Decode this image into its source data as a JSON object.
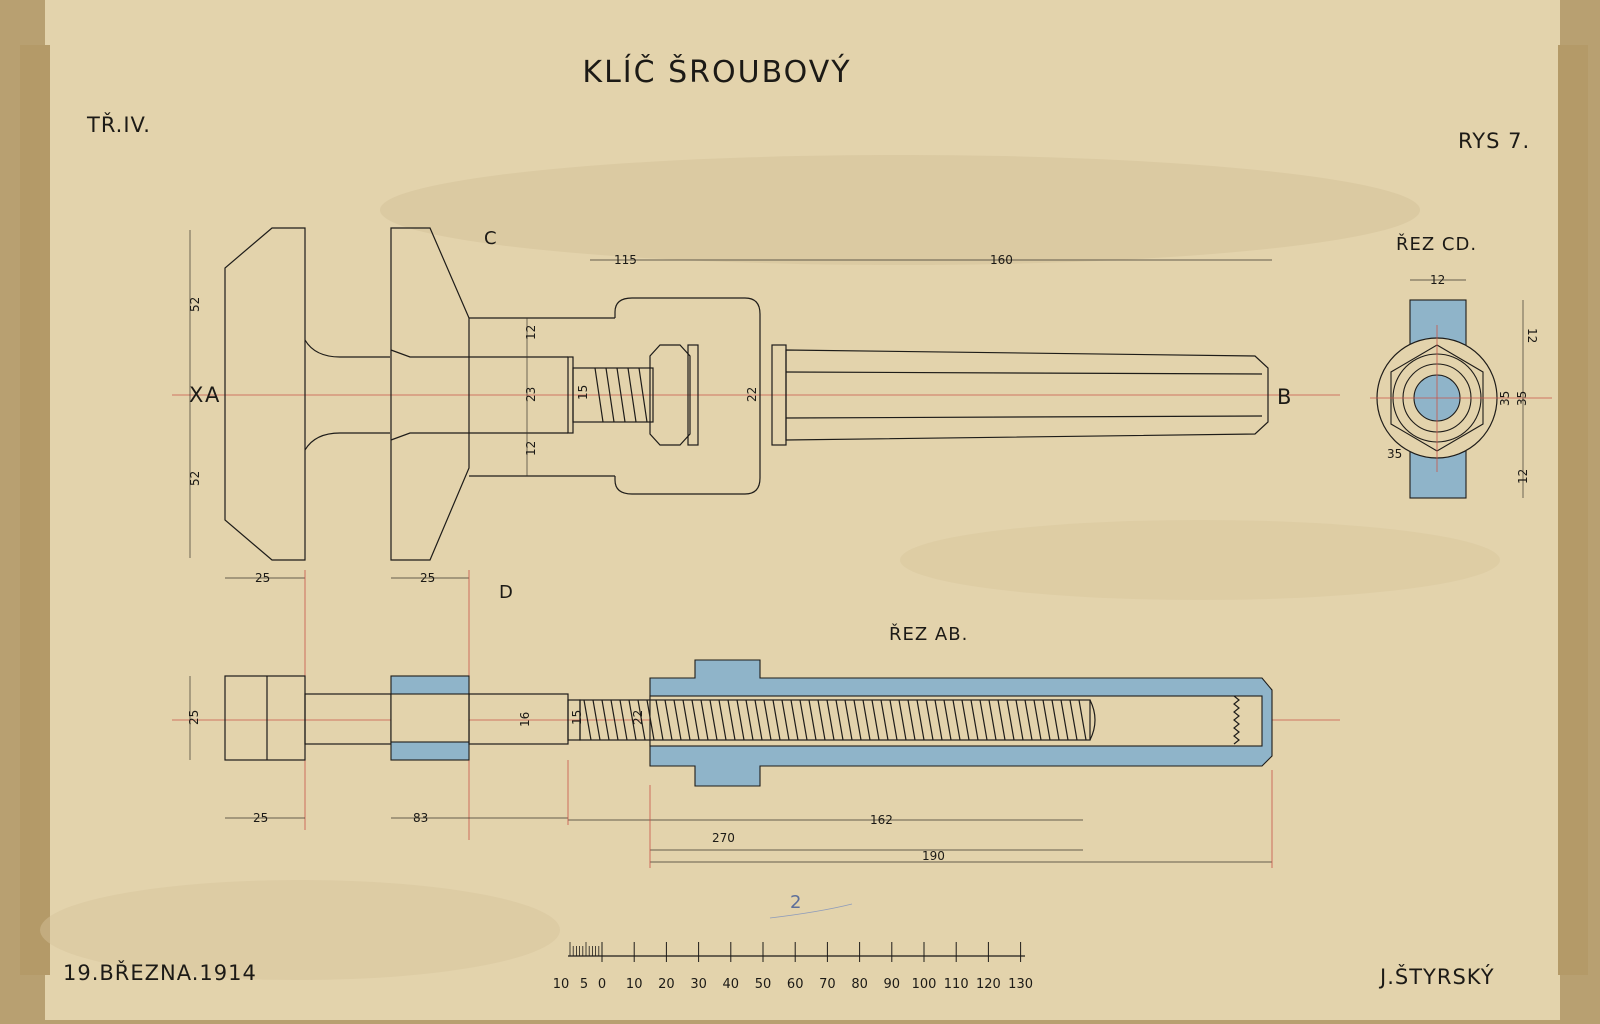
{
  "title": "KLÍČ ŠROUBOVÝ",
  "class_label": "TŘ.IV.",
  "drawing_number": "RYS 7.",
  "section_cd_label": "ŘEZ CD.",
  "section_ab_label": "ŘEZ AB.",
  "point_labels": {
    "a": "A",
    "b": "B",
    "c": "C",
    "d": "D",
    "x": "X"
  },
  "date": "19.BŘEZNA.1914",
  "author": "J.ŠTYRSKÝ",
  "pencil_mark": "2",
  "dimensions": {
    "top_115": "115",
    "top_160": "160",
    "jaw_52_upper": "52",
    "jaw_52_lower": "52",
    "w12_upper": "12",
    "w23": "23",
    "w12_lower": "12",
    "w15": "15",
    "w22": "22",
    "jaw_width_1": "25",
    "jaw_width_2": "25",
    "cd_12_top": "12",
    "cd_12_side_top": "12",
    "cd_35_a": "35",
    "cd_35_b": "35",
    "cd_35_left": "35",
    "cd_12_side_bottom": "12",
    "ab_25_height": "25",
    "ab_16": "16",
    "ab_15": "15",
    "ab_22": "22",
    "bottom_25": "25",
    "bottom_83": "83",
    "bottom_162": "162",
    "bottom_270": "270",
    "bottom_190": "190"
  },
  "scale_labels": [
    "10",
    "5",
    "0",
    "10",
    "20",
    "30",
    "40",
    "50",
    "60",
    "70",
    "80",
    "90",
    "100",
    "110",
    "120",
    "130"
  ],
  "colors": {
    "paper": "#e3d3ac",
    "tape": "#b8a071",
    "section_fill": "#8fb4c9",
    "center_line": "#c9544a",
    "ink": "#1e1c19"
  }
}
